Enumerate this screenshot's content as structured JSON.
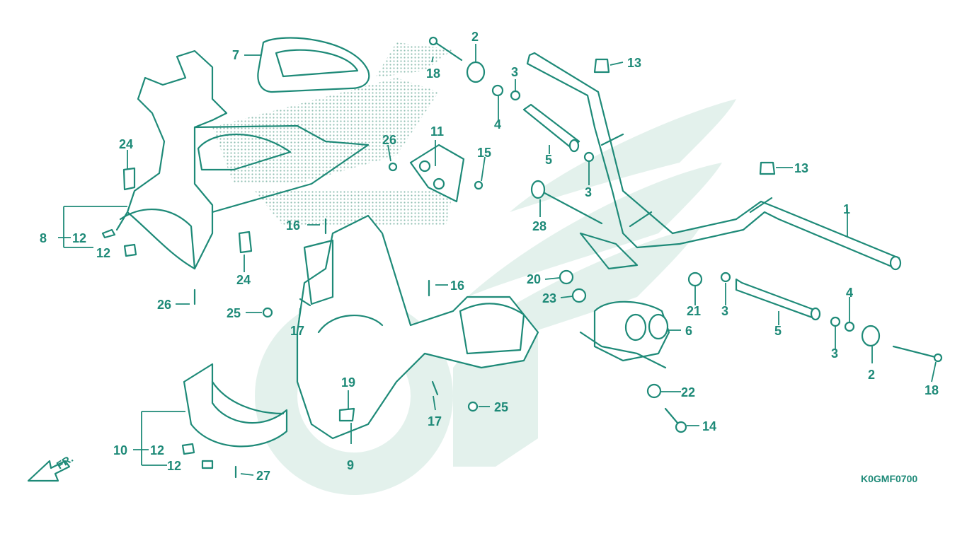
{
  "colors": {
    "ink": "#1e8a78",
    "watermark": "#e3f1ec",
    "dots": "#8fbfb2",
    "paper": "#ffffff"
  },
  "diagram": {
    "drawing_code": "K0GMF0700",
    "direction_label": "FR.",
    "callouts": {
      "c1": "1",
      "c2a": "2",
      "c2b": "2",
      "c3a": "3",
      "c3b": "3",
      "c3c": "3",
      "c3d": "3",
      "c4a": "4",
      "c4b": "4",
      "c5a": "5",
      "c5b": "5",
      "c6": "6",
      "c7": "7",
      "c8": "8",
      "c9": "9",
      "c10": "10",
      "c11": "11",
      "c12a": "12",
      "c12b": "12",
      "c12c": "12",
      "c12d": "12",
      "c13a": "13",
      "c13b": "13",
      "c14": "14",
      "c15": "15",
      "c16a": "16",
      "c16b": "16",
      "c17a": "17",
      "c17b": "17",
      "c18a": "18",
      "c18b": "18",
      "c19": "19",
      "c20": "20",
      "c21": "21",
      "c22": "22",
      "c23": "23",
      "c24a": "24",
      "c24b": "24",
      "c25a": "25",
      "c25b": "25",
      "c26a": "26",
      "c26b": "26",
      "c27": "27",
      "c28": "28"
    }
  }
}
